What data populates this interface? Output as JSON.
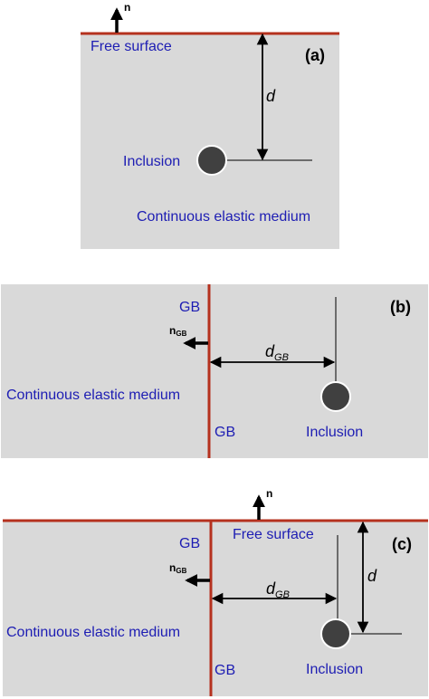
{
  "colors": {
    "medium_fill": "#d9d9d9",
    "boundary_red": "#b5311e",
    "label_blue": "#1d1db3",
    "inclusion_fill": "#404040"
  },
  "panel_a": {
    "tag": "(a)",
    "normal_label": "n",
    "surface_label": "Free surface",
    "distance_label": "d",
    "inclusion_label": "Inclusion",
    "medium_label": "Continuous elastic medium"
  },
  "panel_b": {
    "tag": "(b)",
    "gb_top_label": "GB",
    "gb_bottom_label": "GB",
    "normal_label": "n",
    "normal_subscript": "GB",
    "distance_label": "d",
    "distance_subscript": "GB",
    "medium_label": "Continuous elastic medium",
    "inclusion_label": "Inclusion"
  },
  "panel_c": {
    "tag": "(c)",
    "surface_normal_label": "n",
    "surface_label": "Free surface",
    "gb_top_label": "GB",
    "gb_bottom_label": "GB",
    "gb_normal_label": "n",
    "gb_normal_subscript": "GB",
    "gb_distance_label": "d",
    "gb_distance_subscript": "GB",
    "surface_distance_label": "d",
    "medium_label": "Continuous elastic medium",
    "inclusion_label": "Inclusion"
  }
}
